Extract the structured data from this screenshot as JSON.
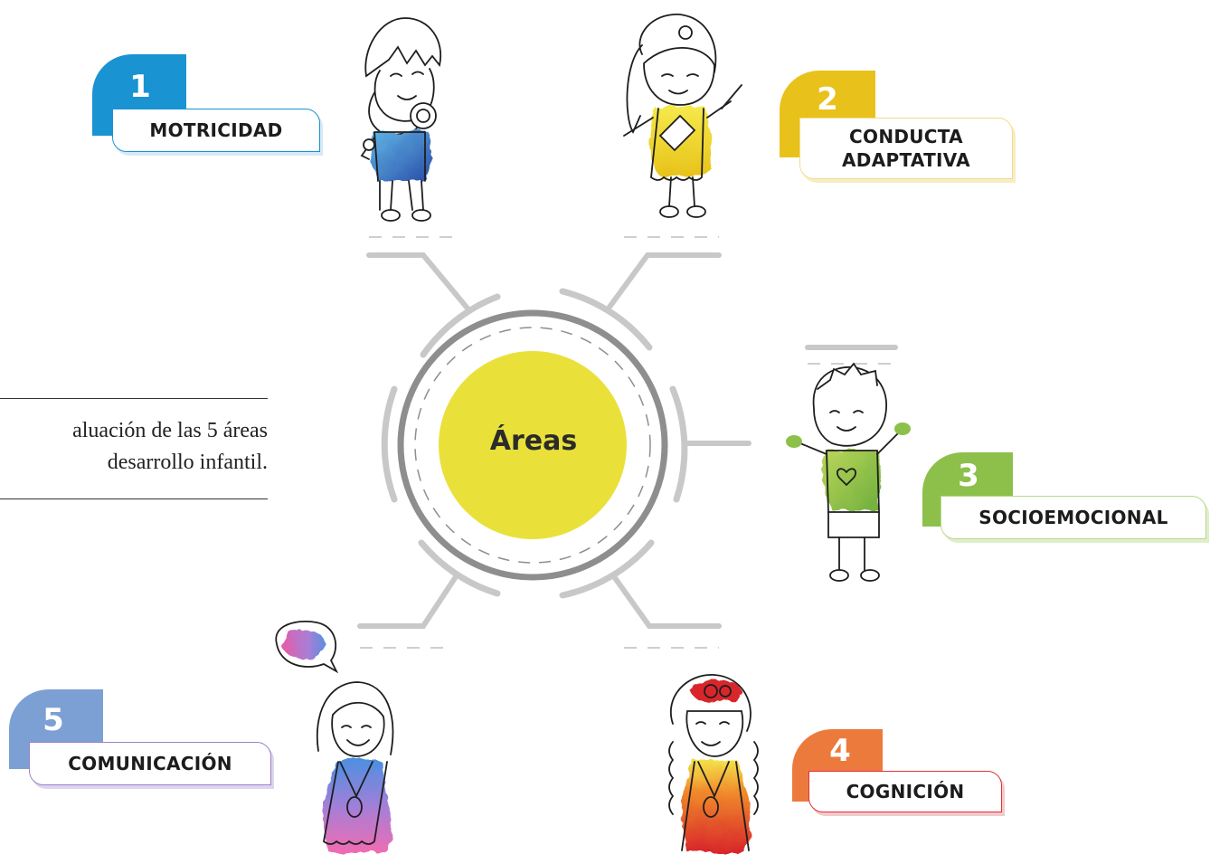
{
  "center": {
    "label": "Áreas",
    "color": "#e9e13a"
  },
  "caption": {
    "line1": "aluación de las 5 áreas",
    "line2": "desarrollo infantil."
  },
  "areas": [
    {
      "number": "1",
      "label": "MOTRICIDAD",
      "color": "#1a93d2",
      "figure": "boy with ball"
    },
    {
      "number": "2",
      "label": "CONDUCTA\nADAPTATIVA",
      "color": "#e8c21a",
      "figure": "girl with toothbrush and bottle"
    },
    {
      "number": "3",
      "label": "SOCIOEMOCIONAL",
      "color": "#8cc04b",
      "figure": "boy cheering"
    },
    {
      "number": "4",
      "label": "COGNICIÓN",
      "color": "#ec7a3d",
      "figure": "girl with braids and gears"
    },
    {
      "number": "5",
      "label": "COMUNICACIÓN",
      "color": "#7c9fd4",
      "figure": "girl with speech bubble"
    }
  ],
  "colors": {
    "ring": "#8e8e8e",
    "spoke": "#c8c8c8"
  }
}
